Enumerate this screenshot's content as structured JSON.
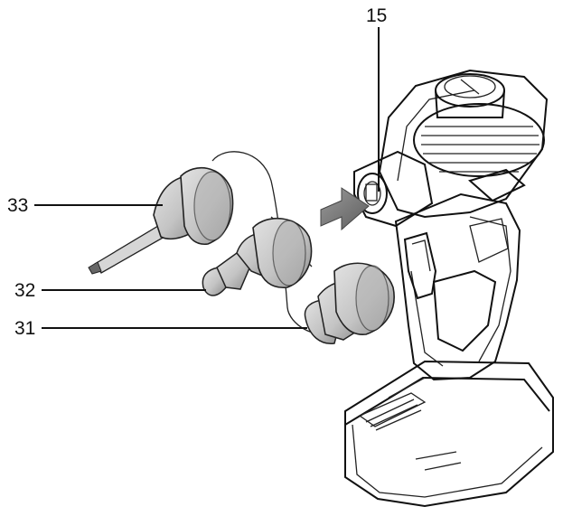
{
  "callouts": {
    "air_inlet": "15",
    "needle_adapter": "33",
    "cone_adapter": "32",
    "wide_adapter": "31"
  },
  "colors": {
    "ink": "#111111",
    "nozzle_fill": "#c9c9c9",
    "nozzle_shade": "#8f8f8f",
    "arrow_fill": "#7a7a7a",
    "background": "#ffffff"
  }
}
